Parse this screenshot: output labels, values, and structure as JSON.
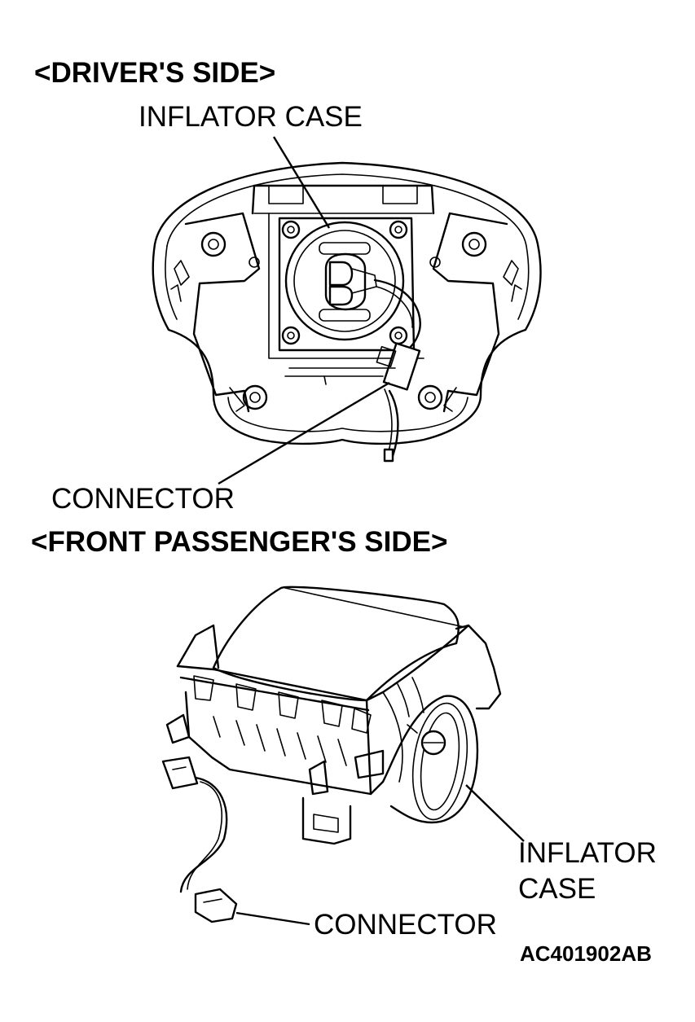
{
  "headings": {
    "drivers_side": "<DRIVER'S SIDE>",
    "front_passengers_side": "<FRONT PASSENGER'S SIDE>"
  },
  "driver_labels": {
    "inflator_case": "INFLATOR CASE",
    "connector": "CONNECTOR"
  },
  "passenger_labels": {
    "inflator_case_line1": "INFLATOR",
    "inflator_case_line2": "CASE",
    "connector": "CONNECTOR"
  },
  "figure_code": "AC401902AB"
}
